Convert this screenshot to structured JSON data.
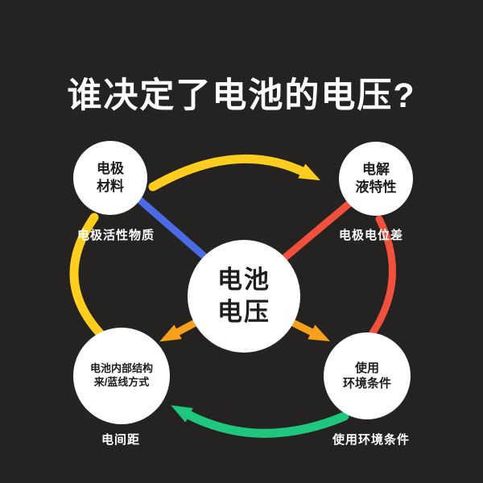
{
  "page": {
    "title": "谁决定了电池的电压?",
    "background": "#242321"
  },
  "diagram": {
    "center": {
      "lines": [
        "电池",
        "电压"
      ]
    },
    "nodes": [
      {
        "id": "top-left",
        "lines": [
          "电极",
          "材料"
        ],
        "caption": "电极活性物质"
      },
      {
        "id": "top-right",
        "lines": [
          "电解",
          "液特性"
        ],
        "caption": "电极电位差"
      },
      {
        "id": "bottom-left",
        "lines": [
          "电池内部结构",
          "来/蓝线方式"
        ],
        "caption": "电间距"
      },
      {
        "id": "bottom-right",
        "lines": [
          "使用",
          "环境条件"
        ],
        "caption": "使用环境条件"
      }
    ],
    "colors": {
      "yellow": "#FFCD1E",
      "orange": "#F6A01B",
      "red": "#F0503C",
      "blue": "#4A6BE5",
      "green": "#1FC77E",
      "circle": "#FFFFFF",
      "text_dark": "#1D1D1D",
      "text_light": "#FFFFFF"
    }
  }
}
